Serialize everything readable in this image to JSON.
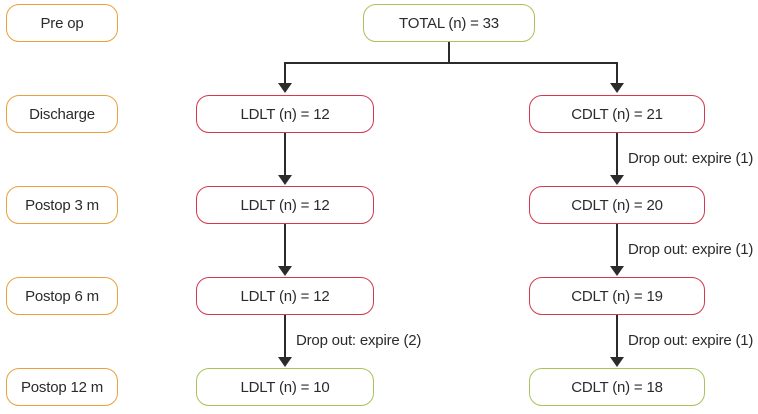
{
  "colors": {
    "stage-border": "#E8A13C",
    "mid-border": "#D4374E",
    "final-border": "#A8C35A",
    "arrow": "#2B2B2B",
    "text": "#2B2B2B",
    "background": "#FFFFFF"
  },
  "stages": {
    "preop": "Pre op",
    "discharge": "Discharge",
    "postop3m": "Postop 3 m",
    "postop6m": "Postop 6 m",
    "postop12m": "Postop 12 m"
  },
  "total": "TOTAL (n) = 33",
  "ldlt": {
    "discharge": "LDLT (n) = 12",
    "postop3m": "LDLT (n) = 12",
    "postop6m": "LDLT (n) = 12",
    "postop12m": "LDLT (n) = 10",
    "dropout_postop6m_to_12m": "Drop out: expire (2)"
  },
  "cdlt": {
    "discharge": "CDLT (n) = 21",
    "postop3m": "CDLT (n) = 20",
    "postop6m": "CDLT (n) = 19",
    "postop12m": "CDLT (n) = 18",
    "dropout_discharge_to_3m": "Drop out: expire (1)",
    "dropout_postop3m_to_6m": "Drop out: expire (1)",
    "dropout_postop6m_to_12m": "Drop out: expire (1)"
  }
}
